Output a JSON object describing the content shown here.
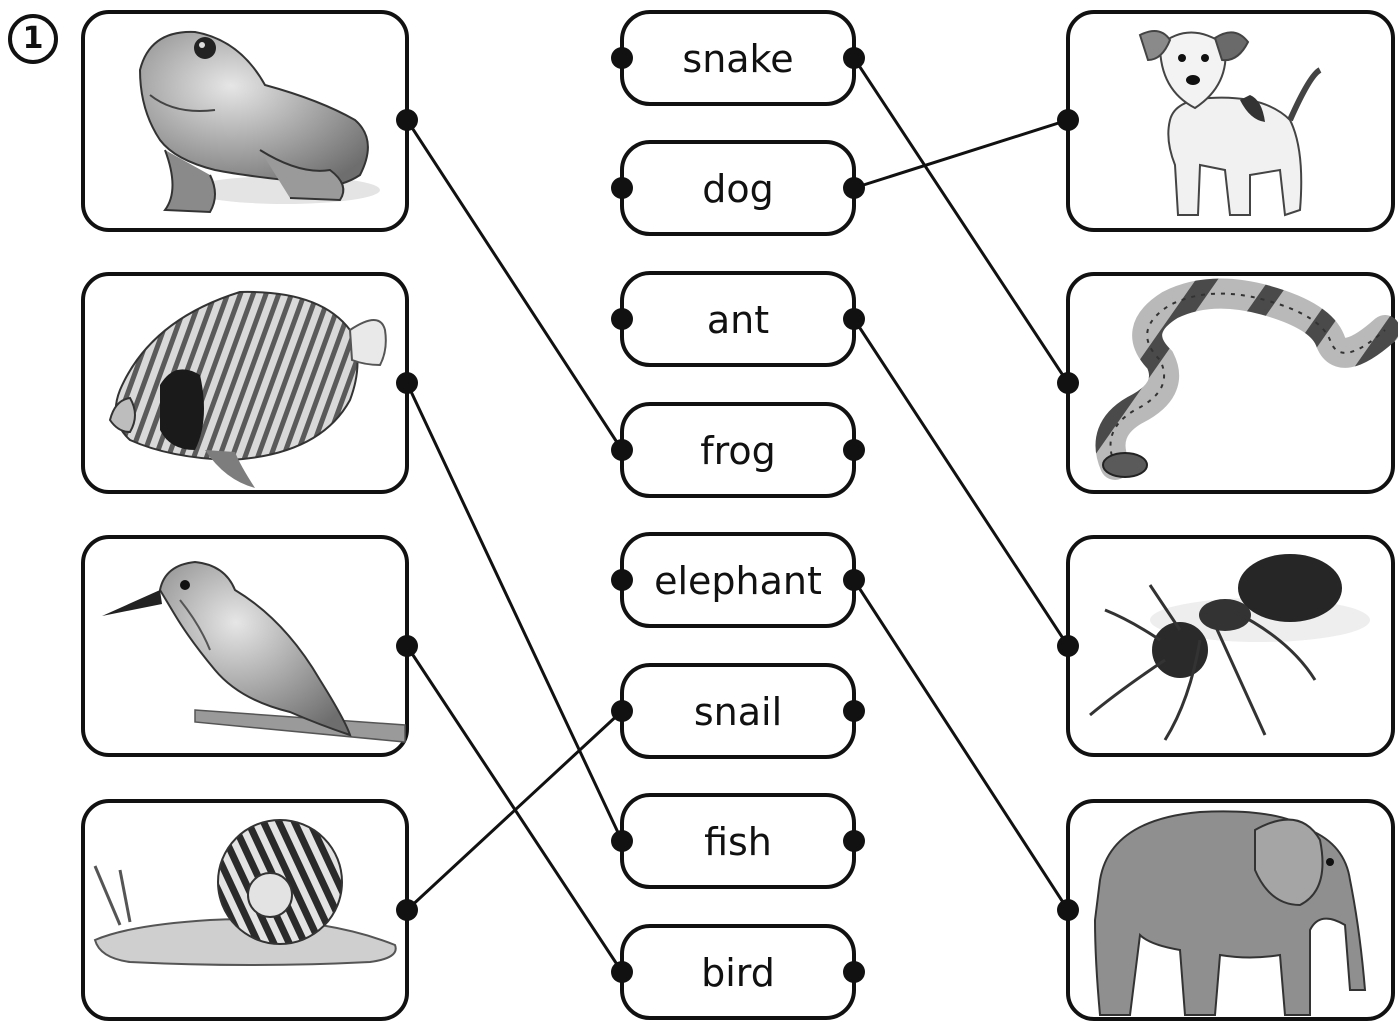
{
  "exercise": {
    "number": "1"
  },
  "words": [
    "snake",
    "dog",
    "ant",
    "frog",
    "elephant",
    "snail",
    "fish",
    "bird"
  ],
  "left_pictures": [
    "frog",
    "fish",
    "bird",
    "snail"
  ],
  "right_pictures": [
    "dog",
    "snake",
    "ant",
    "elephant"
  ],
  "matches": {
    "left_to_word": {
      "frog": "frog",
      "fish": "fish",
      "bird": "bird",
      "snail": "snail"
    },
    "word_to_right": {
      "snake": "snake",
      "dog": "dog",
      "ant": "ant",
      "elephant": "elephant"
    }
  }
}
